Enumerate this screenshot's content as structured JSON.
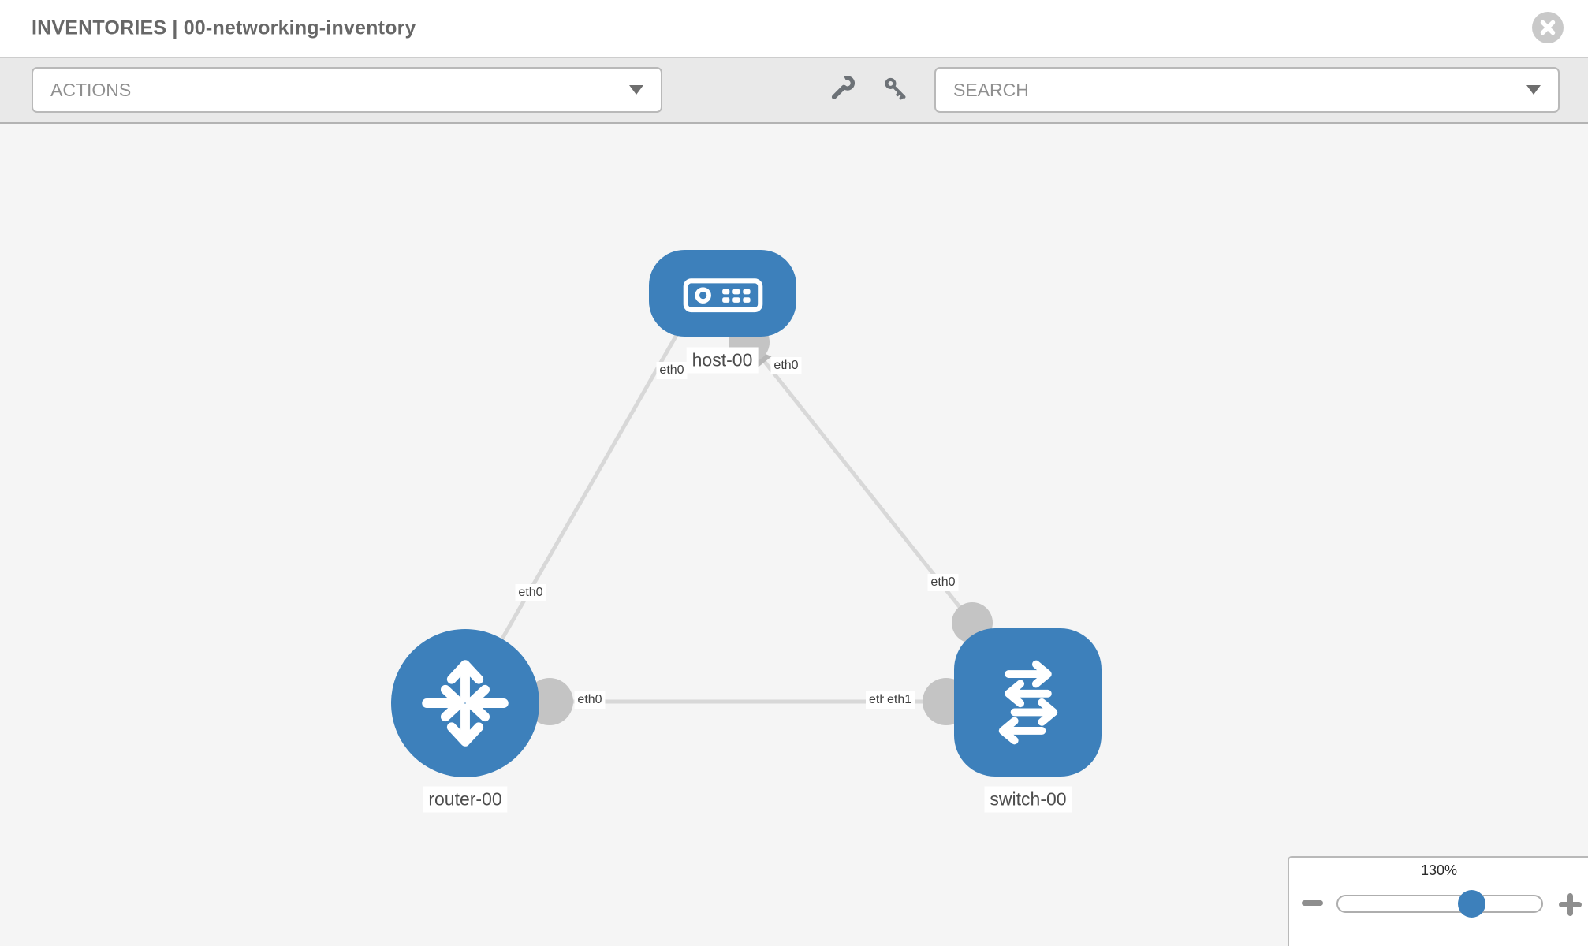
{
  "window": {
    "title": "INVENTORIES | 00-networking-inventory"
  },
  "toolbar": {
    "actions_label": "ACTIONS",
    "search_placeholder": "SEARCH"
  },
  "topology": {
    "nodes": [
      {
        "label": "host-00",
        "type": "host"
      },
      {
        "label": "router-00",
        "type": "router"
      },
      {
        "label": "switch-00",
        "type": "switch"
      }
    ],
    "links": [
      {
        "source": "host-00",
        "source_interface": "eth0",
        "target": "router-00",
        "target_interface": "eth0"
      },
      {
        "source": "host-00",
        "source_interface": "eth0",
        "target": "switch-00",
        "target_interface": "eth0"
      },
      {
        "source": "router-00",
        "source_interface": "eth0",
        "target": "switch-00",
        "target_interface": "eth1"
      }
    ],
    "overlapped_interface_label": "eth0"
  },
  "zoom_control": {
    "value": "130%",
    "percent": 130
  },
  "colors": {
    "node_blue": "#3d80bb",
    "link_gray": "#d8d8d8",
    "interface_gray": "#c4c4c4",
    "canvas_bg": "#f5f5f5"
  },
  "icons": [
    "close-icon",
    "wrench-icon",
    "key-icon",
    "chevron-down-icon",
    "host-device-icon",
    "router-icon",
    "switch-icon",
    "zoom-out-icon",
    "zoom-in-icon"
  ]
}
